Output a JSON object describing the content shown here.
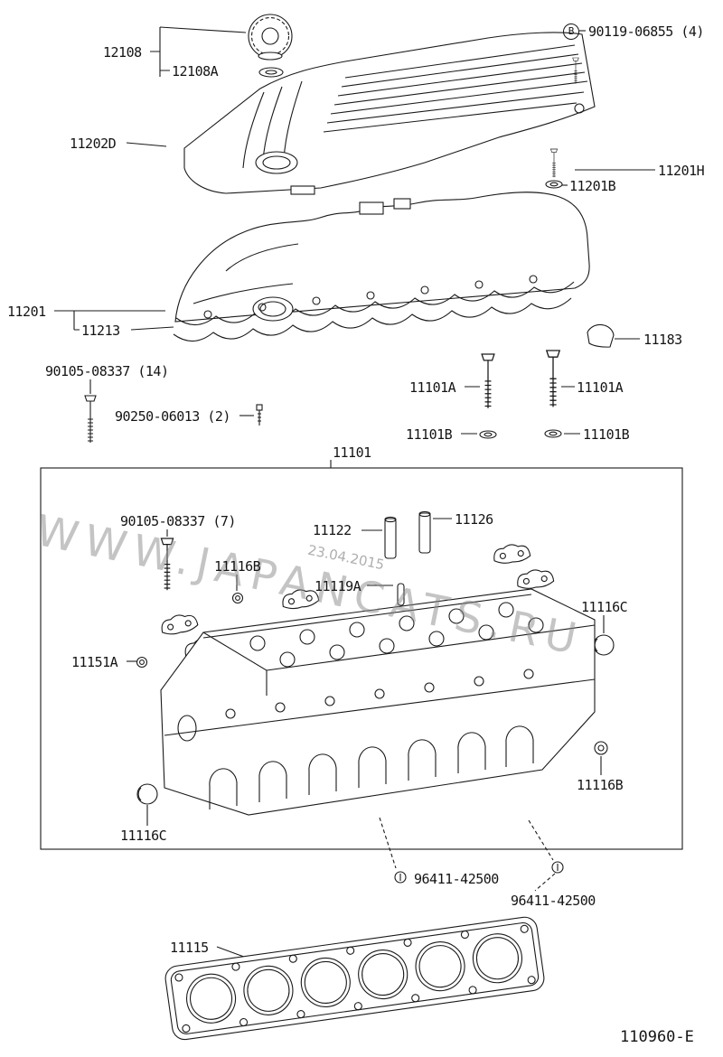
{
  "diagram": {
    "code": "110960-E",
    "watermark": "WWW.JAPANCATS.RU",
    "watermark_date": "23.04.2015"
  },
  "labels": {
    "p12108": "12108",
    "p12108a": "12108A",
    "b_letter": "B",
    "p90119": "90119-06855 (4)",
    "p11202d": "11202D",
    "p11201h": "11201H",
    "p11201b": "11201B",
    "p11201": "11201",
    "p11213": "11213",
    "p11183": "11183",
    "p90105_14": "90105-08337 (14)",
    "p11101a_l": "11101A",
    "p11101a_r": "11101A",
    "p90250": "90250-06013 (2)",
    "p11101b_l": "11101B",
    "p11101b_r": "11101B",
    "p11101": "11101",
    "p90105_7": "90105-08337 (7)",
    "p11122": "11122",
    "p11126": "11126",
    "p11116b_1": "11116B",
    "p11119a": "11119A",
    "p11116c_1": "11116C",
    "p11151a": "11151A",
    "p11116b_2": "11116B",
    "p11116c_2": "11116C",
    "p96411_1": "96411-42500",
    "p96411_2": "96411-42500",
    "p11115": "11115"
  }
}
